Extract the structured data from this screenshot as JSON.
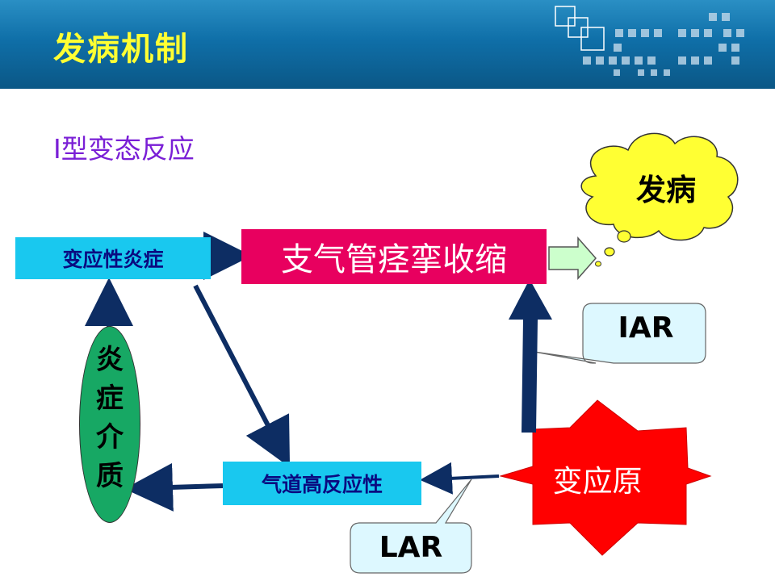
{
  "header": {
    "title": "发病机制"
  },
  "subtitle": "Ⅰ型变态反应",
  "nodes": {
    "allergic_inflammation": "变应性炎症",
    "bronchospasm": "支气管痉挛收缩",
    "onset": "发病",
    "iar": "IAR",
    "allergen": "变应原",
    "airway_hyperresponsiveness": "气道高反应性",
    "lar": "LAR",
    "inflammatory_mediator": [
      "炎",
      "症",
      "介",
      "质"
    ]
  },
  "colors": {
    "header_bg": "#0f6fa8",
    "title": "#ffff33",
    "subtitle": "#7a1fd6",
    "cyan_box": "#19c8ef",
    "magenta_box": "#e8005f",
    "allergen_star": "#ff0000",
    "cloud": "#ffff33",
    "mediator_ellipse": "#17a864",
    "arrow": "#0d2d63"
  }
}
